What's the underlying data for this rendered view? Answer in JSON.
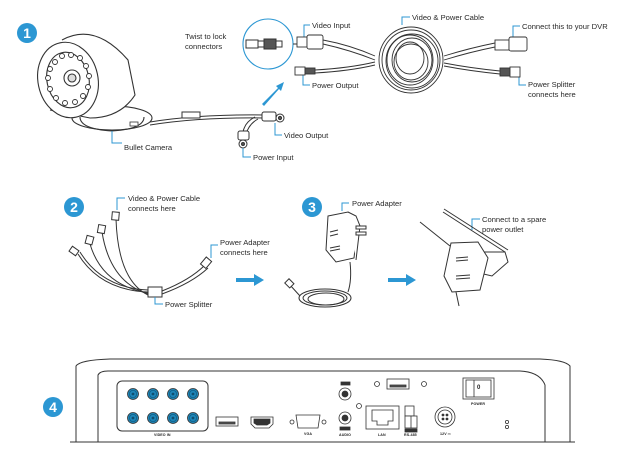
{
  "colors": {
    "accent": "#2c97d3",
    "line": "#333333",
    "bnc": "#1f86b8"
  },
  "steps": [
    {
      "number": "1"
    },
    {
      "number": "2"
    },
    {
      "number": "3"
    },
    {
      "number": "4"
    }
  ],
  "step1": {
    "twist_label": "Twist to lock\nconnectors",
    "video_input": "Video Input",
    "video_power_cable": "Video & Power Cable",
    "connect_dvr": "Connect this to your DVR",
    "power_output": "Power Output",
    "power_splitter_here": "Power Splitter\nconnects here",
    "video_output": "Video Output",
    "power_input": "Power Input",
    "bullet_camera": "Bullet Camera"
  },
  "step2": {
    "cable_here": "Video & Power Cable\nconnects here",
    "adapter_here": "Power Adapter\nconnects here",
    "power_splitter": "Power Splitter"
  },
  "step3": {
    "power_adapter": "Power Adapter",
    "outlet": "Connect to a spare\npower outlet"
  },
  "step4": {
    "port_labels": {
      "video_in": "VIDEO IN",
      "vga": "VGA",
      "audio": "AUDIO",
      "lan": "LAN",
      "rs485": "RS-485",
      "dc": "12V ⎓",
      "power": "POWER",
      "switch": "0"
    }
  }
}
